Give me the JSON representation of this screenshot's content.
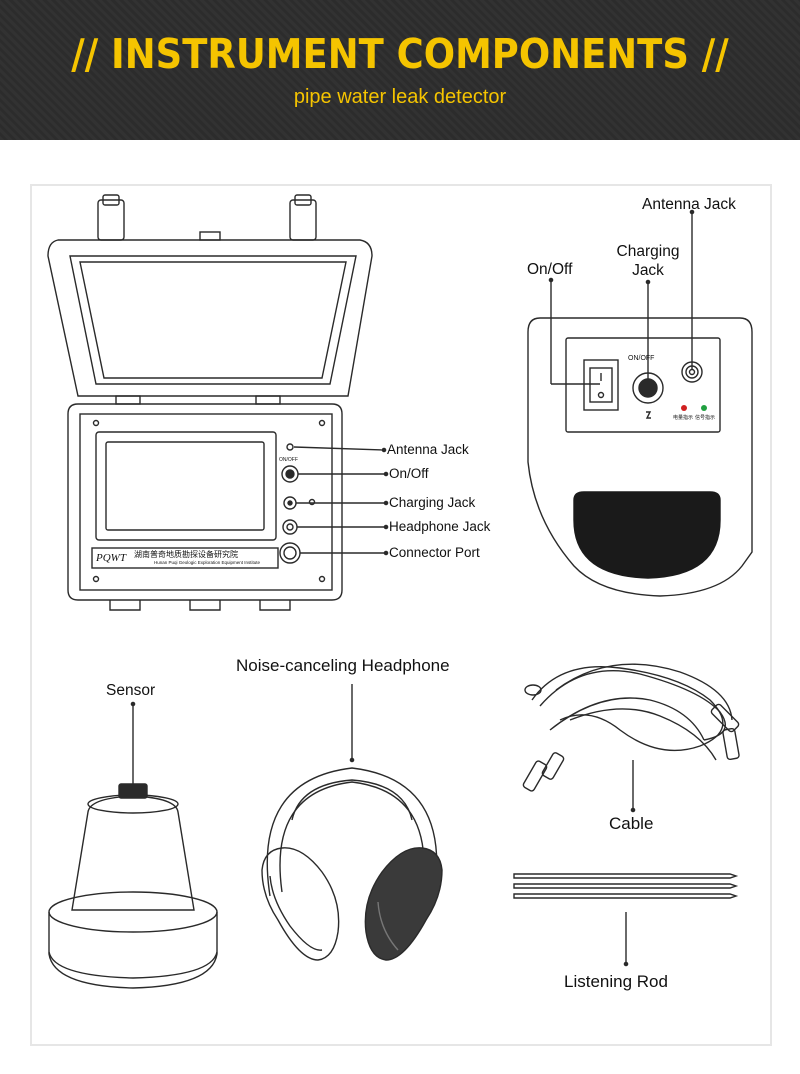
{
  "header": {
    "title": "// INSTRUMENT COMPONENTS //",
    "subtitle": "pipe water leak detector"
  },
  "colors": {
    "header_bg": "#2f2f2f",
    "accent": "#f5c400",
    "led_red": "#d02020",
    "led_green": "#20a040"
  },
  "case": {
    "brand": "PQWT",
    "company_cn": "湖南普奇地质勘探设备研究院",
    "company_en": "Hunan Puqi Geologic Exploration Equipment Institute",
    "port_text": "ON/OFF",
    "callouts": {
      "antenna": "Antenna Jack",
      "onoff": "On/Off",
      "charging": "Charging Jack",
      "headphone": "Headphone Jack",
      "connector": "Connector Port"
    }
  },
  "sensor_panel": {
    "on_off": "On/Off",
    "charging_line1": "Charging",
    "charging_line2": "Jack",
    "antenna": "Antenna Jack",
    "switch_text": "ON/OFF",
    "led_left": "电量指示",
    "led_right": "信号指示"
  },
  "accessories": {
    "sensor": "Sensor",
    "headphone": "Noise-canceling Headphone",
    "cable": "Cable",
    "rod": "Listening Rod"
  }
}
